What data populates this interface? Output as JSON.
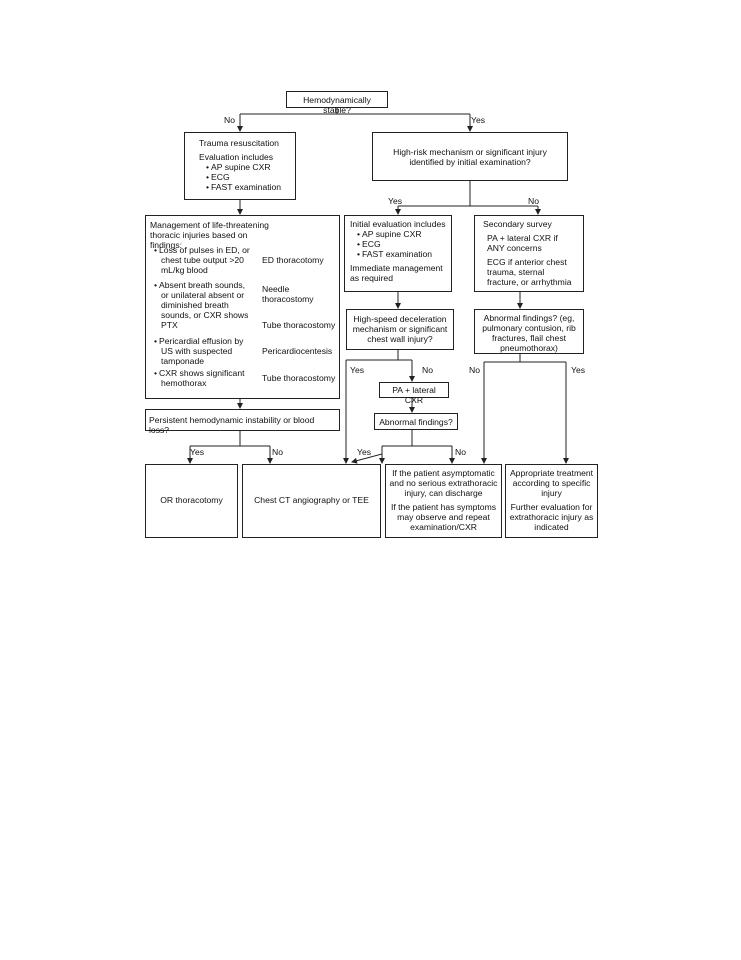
{
  "flowchart": {
    "root": "Hemodynamically stable?",
    "branch_no": "No",
    "branch_yes": "Yes",
    "trauma": {
      "title": "Trauma resuscitation",
      "eval": "Evaluation includes",
      "items": [
        "AP supine CXR",
        "ECG",
        "FAST examination"
      ]
    },
    "high_risk": "High-risk mechanism or significant injury identified by initial examination?",
    "hr_yes": "Yes",
    "hr_no": "No",
    "management": {
      "title": "Management of life-threatening thoracic injuries based on findings:",
      "f1": "Loss of pulses in ED, or chest tube output >20 mL/kg blood",
      "r1": "ED thoracotomy",
      "f2": "Absent breath sounds, or unilateral absent or diminished breath sounds, or CXR shows PTX",
      "r2a": "Needle thoracostomy",
      "r2b": "Tube thoracostomy",
      "f3": "Pericardial effusion by US with suspected tamponade",
      "r3": "Pericardiocentesis",
      "f4": "CXR shows significant hemothorax",
      "r4": "Tube thoracostomy"
    },
    "initial": {
      "title": "Initial evaluation includes",
      "items": [
        "AP supine CXR",
        "ECG",
        "FAST examination"
      ],
      "note": "Immediate management as required"
    },
    "secondary": {
      "title": "Secondary survey",
      "p1": "PA + lateral CXR if ANY concerns",
      "p2": "ECG if anterior chest trauma, sternal fracture, or arrhythmia"
    },
    "high_speed": "High-speed deceleration mechanism or significant chest wall injury?",
    "abnormal_sec": "Abnormal findings? (eg, pulmonary contusion, rib fractures, flail chest pneumothorax)",
    "persistent": "Persistent hemodynamic instability or blood loss?",
    "hs_yes": "Yes",
    "hs_no": "No",
    "pa_lateral": "PA + lateral CXR",
    "abnormal": "Abnormal findings?",
    "ab_yes": "Yes",
    "ab_no": "No",
    "sec_no": "No",
    "sec_yes": "Yes",
    "p_yes": "Yes",
    "p_no": "No",
    "or_thoracotomy": "OR thoracotomy",
    "ct": "Chest CT angiography or TEE",
    "discharge": {
      "p1": "If  the patient asymptomatic and no serious extrathoracic injury, can discharge",
      "p2": "If the patient  has symptoms may observe and repeat examination/CXR"
    },
    "treatment": {
      "p1": "Appropriate treatment according to specific injury",
      "p2": "Further evaluation for extrathoracic injury as indicated"
    }
  }
}
